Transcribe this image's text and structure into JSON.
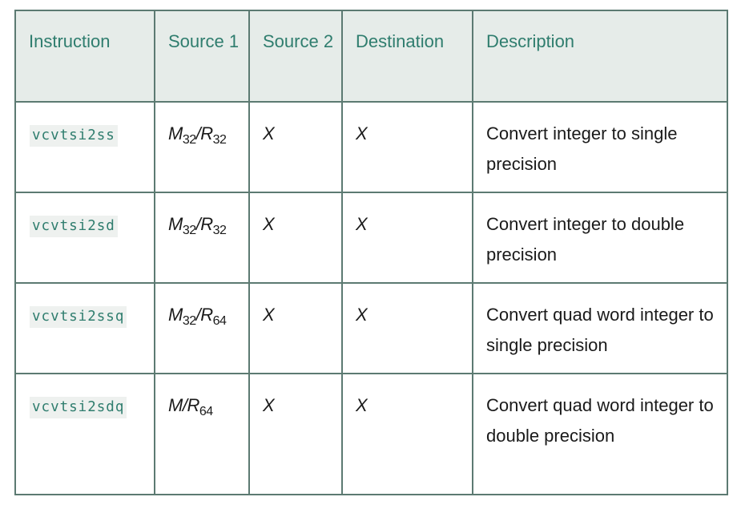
{
  "table": {
    "headers": {
      "instruction": "Instruction",
      "source1": "Source 1",
      "source2": "Source 2",
      "destination": "Destination",
      "description": "Description"
    },
    "rows": [
      {
        "instruction": "vcvtsi2ss",
        "source1": {
          "main1": "M",
          "sub1": "32",
          "sep": "/",
          "main2": "R",
          "sub2": "32"
        },
        "source2": "X",
        "destination": "X",
        "description": "Convert integer to single precision"
      },
      {
        "instruction": "vcvtsi2sd",
        "source1": {
          "main1": "M",
          "sub1": "32",
          "sep": "/",
          "main2": "R",
          "sub2": "32"
        },
        "source2": "X",
        "destination": "X",
        "description": "Convert integer to double precision"
      },
      {
        "instruction": "vcvtsi2ssq",
        "source1": {
          "main1": "M",
          "sub1": "32",
          "sep": "/",
          "main2": "R",
          "sub2": "64"
        },
        "source2": "X",
        "destination": "X",
        "description": "Convert quad word integer to single precision"
      },
      {
        "instruction": "vcvtsi2sdq",
        "source1": {
          "main1": "M",
          "sub1": "",
          "sep": "/",
          "main2": "R",
          "sub2": "64"
        },
        "source2": "X",
        "destination": "X",
        "description": "Convert quad word integer to double precision"
      }
    ]
  }
}
